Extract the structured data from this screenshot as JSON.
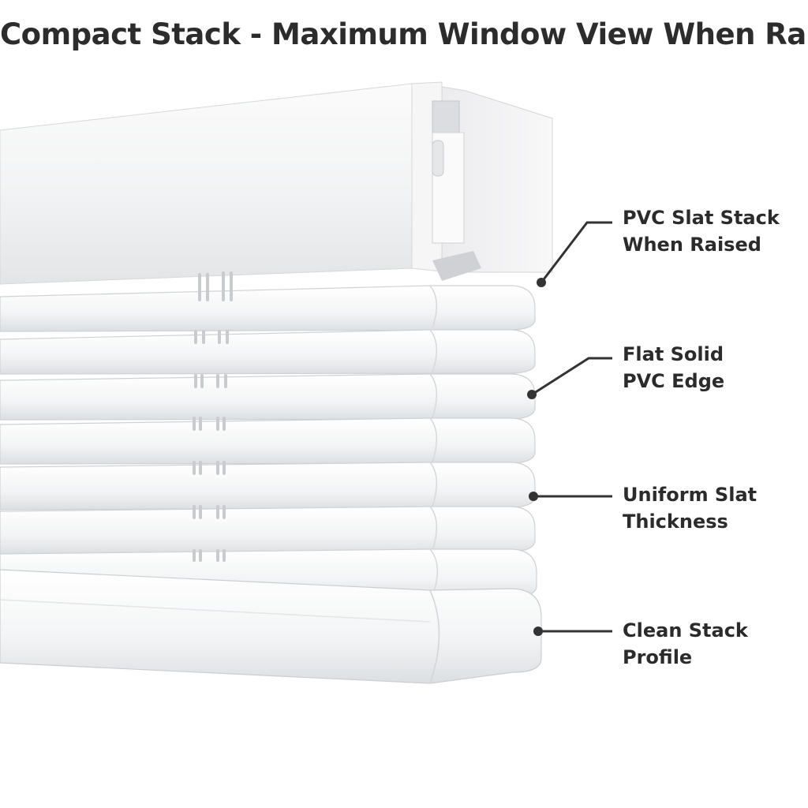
{
  "title": "Compact Stack - Maximum Window View When Raised",
  "callouts": [
    {
      "line1": "PVC Slat Stack",
      "line2": "When Raised"
    },
    {
      "line1": "Flat Solid",
      "line2": "PVC Edge"
    },
    {
      "line1": "Uniform Slat",
      "line2": "Thickness"
    },
    {
      "line1": "Clean Stack",
      "line2": "Profile"
    }
  ],
  "colors": {
    "text": "#2b2b2b",
    "blind": "#f4f5f6",
    "leader": "#333333"
  }
}
